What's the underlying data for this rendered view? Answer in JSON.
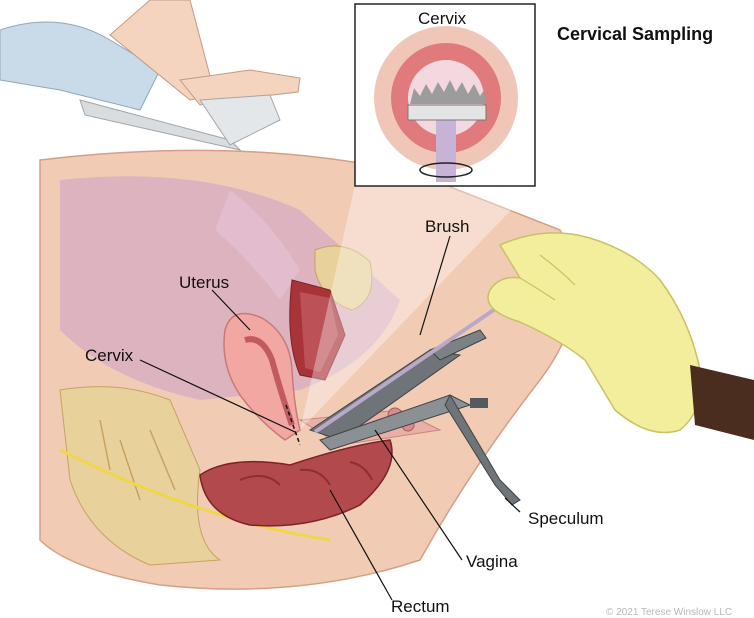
{
  "title": "Cervical Sampling",
  "inset": {
    "label": "Cervix"
  },
  "labels": {
    "brush": "Brush",
    "uterus": "Uterus",
    "cervix": "Cervix",
    "speculum": "Speculum",
    "vagina": "Vagina",
    "rectum": "Rectum"
  },
  "copyright": "© 2021 Terese Winslow LLC",
  "colors": {
    "skin": "#f2cbb5",
    "uterus": "#f2a7a3",
    "tissue_dark": "#a8343a",
    "bone": "#e9d19b",
    "glove": "#f3ee9c",
    "metal": "#6f7478"
  }
}
